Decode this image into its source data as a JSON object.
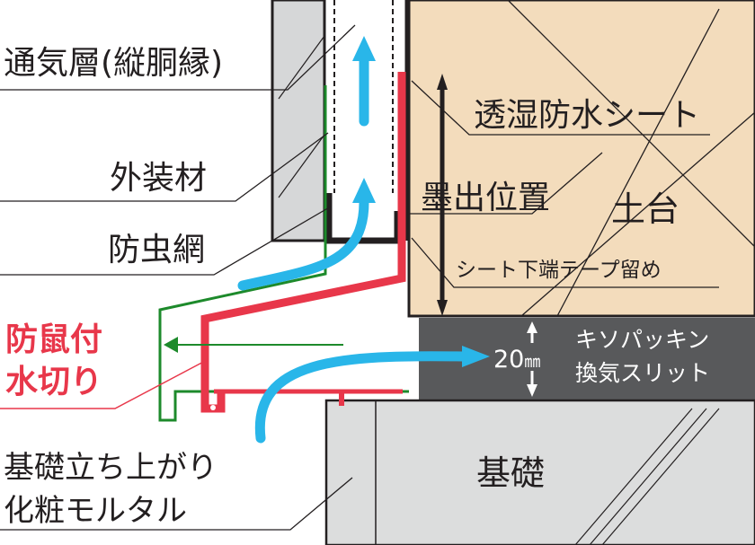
{
  "labels": {
    "ventilation_layer": "通気層(縦胴縁)",
    "moisture_sheet": "透湿防水シート",
    "exterior_material": "外装材",
    "ink_position": "墨出位置",
    "dodai": "土台",
    "insect_screen": "防虫網",
    "sheet_tape": "シート下端テープ留め",
    "rodent_flashing_line1": "防鼠付",
    "rodent_flashing_line2": "水切り",
    "dim_value": "20",
    "dim_unit": "㎜",
    "packing_line1": "キソパッキン",
    "packing_line2": "換気スリット",
    "foundation_rise_line1": "基礎立ち上がり",
    "foundation_rise_line2": "化粧モルタル",
    "foundation": "基礎"
  },
  "colors": {
    "wood": "#f3dcbc",
    "packing": "#58595b",
    "foundation": "#dcdddd",
    "wall_panel": "#d6d7d8",
    "flashing_red": "#e8374a",
    "screen_green": "#1d8a2b",
    "arrow_blue": "#29b6e9",
    "leader": "#231f20"
  }
}
